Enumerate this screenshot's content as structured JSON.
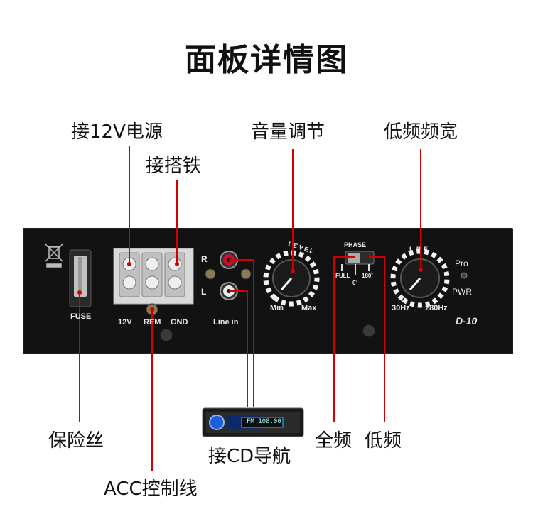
{
  "title": "面板详情图",
  "callouts": {
    "power_12v": "接12V电源",
    "ground": "接搭铁",
    "volume": "音量调节",
    "bass_width": "低频频宽",
    "fuse": "保险丝",
    "acc": "ACC控制线",
    "cd_nav": "接CD导航",
    "full_freq": "全频",
    "low_freq": "低频"
  },
  "panel": {
    "fuse": "FUSE",
    "v12": "12V",
    "rem": "REM",
    "gnd": "GND",
    "r": "R",
    "l": "L",
    "line_in": "Line in",
    "level": "LEVEL",
    "min": "Min",
    "max": "Max",
    "phase": "PHASE",
    "full": "FULL",
    "deg0": "0˚",
    "deg180": "180˚",
    "lpf": "L P F",
    "hz30": "30Hz",
    "hz280": "280Hz",
    "pro": "Pro",
    "pwr": "PWR",
    "model": "D-10"
  },
  "stereo_display": "FM 108.00",
  "colors": {
    "callout_line": "#d40000",
    "panel": "#121212",
    "rca_red": "#c8102e"
  }
}
